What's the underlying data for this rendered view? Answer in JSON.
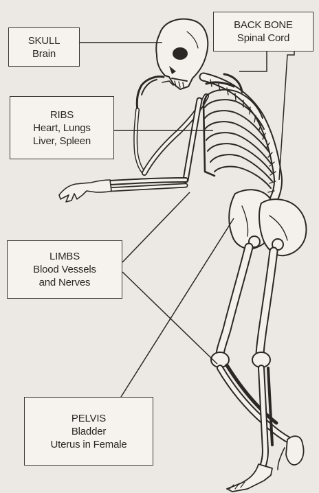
{
  "labels": {
    "skull": {
      "title": "SKULL",
      "organs": [
        "Brain"
      ]
    },
    "backbone": {
      "title": "BACK BONE",
      "organs": [
        "Spinal Cord"
      ]
    },
    "ribs": {
      "title": "RIBS",
      "organs": [
        "Heart, Lungs",
        "Liver, Spleen"
      ]
    },
    "limbs": {
      "title": "LIMBS",
      "organs": [
        "Blood Vessels",
        "and Nerves"
      ]
    },
    "pelvis": {
      "title": "PELVIS",
      "organs": [
        "Bladder",
        "Uterus in Female"
      ]
    }
  },
  "colors": {
    "background": "#ece8e3",
    "bone_fill": "#f4f1ec",
    "ink": "#2b2724",
    "box_fill": "#f6f3ef"
  }
}
